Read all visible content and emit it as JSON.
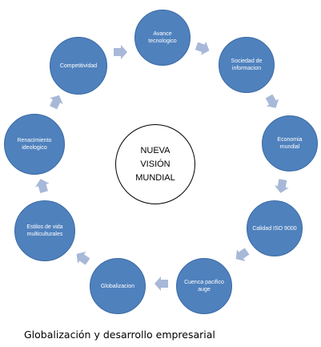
{
  "diagram": {
    "center_label": "NUEVA\nVISIÓN\nMUNDIAL",
    "nodes": [
      {
        "id": "avance",
        "label": "Avance tecnologico"
      },
      {
        "id": "sociedad",
        "label": "Sociedad de informacion"
      },
      {
        "id": "economia",
        "label": "Economia mundial"
      },
      {
        "id": "calidad",
        "label": "Calidad ISO 9000"
      },
      {
        "id": "cuenca",
        "label": "Cuenca pacifico auge"
      },
      {
        "id": "globalizacion",
        "label": "Globalizacion"
      },
      {
        "id": "estilos",
        "label": "Estilos de vida multiculturales"
      },
      {
        "id": "renacimiento",
        "label": "Renacimiento ideologico"
      },
      {
        "id": "competitividad",
        "label": "Competitividad"
      }
    ],
    "caption": "Globalización y desarrollo empresarial",
    "colors": {
      "node_fill": "#4f81bd",
      "arrow_fill": "#a7b8d8",
      "center_border": "#000000"
    }
  }
}
